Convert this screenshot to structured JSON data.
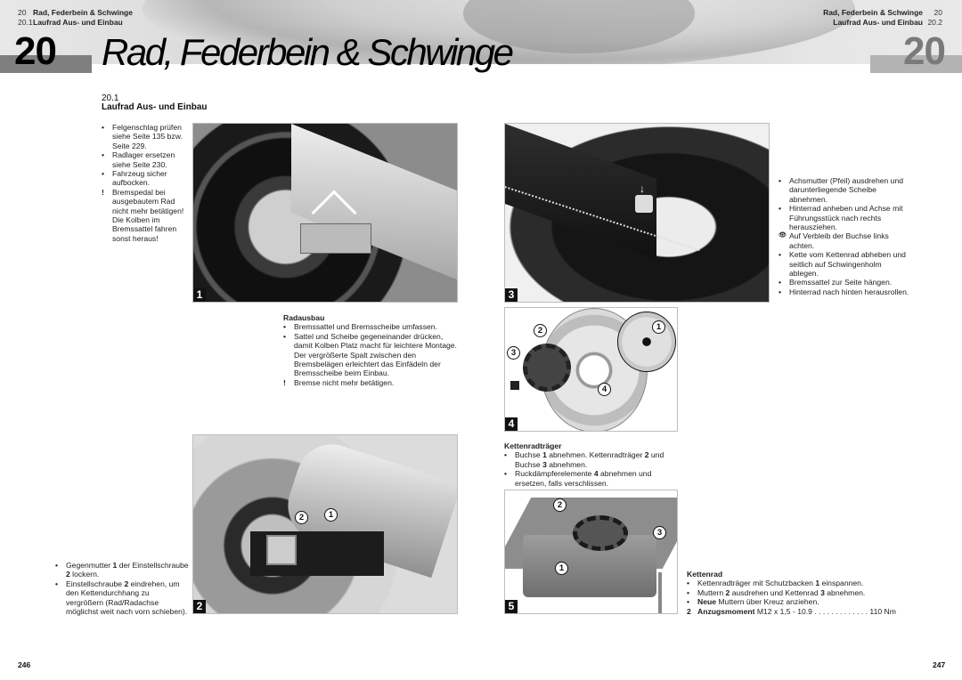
{
  "running_header": {
    "left": [
      {
        "num": "20",
        "label": "Rad, Federbein & Schwinge"
      },
      {
        "num": "20.1",
        "label": "Laufrad Aus- und Einbau"
      }
    ],
    "right": [
      {
        "num": "20",
        "label": "Rad, Federbein & Schwinge"
      },
      {
        "num": "20.2",
        "label": "Laufrad Aus- und Einbau"
      }
    ]
  },
  "chapter": {
    "number": "20",
    "title": "Rad, Federbein & Schwinge"
  },
  "section": {
    "number": "20.1",
    "title": "Laufrad Aus- und Einbau"
  },
  "intro_list": [
    {
      "marker": "•",
      "text": "Felgenschlag prüfen siehe Seite 135 bzw. Seite 229."
    },
    {
      "marker": "•",
      "text": "Radlager ersetzen siehe Seite 230."
    },
    {
      "marker": "•",
      "text": "Fahrzeug sicher aufbocken."
    },
    {
      "marker": "!",
      "text": "Bremspedal bei ausgebautem Rad nicht mehr betätigen! Die Kolben im Bremssattel fahren sonst heraus!"
    }
  ],
  "radausbau": {
    "heading": "Radausbau",
    "items": [
      {
        "marker": "•",
        "text": "Bremssattel und Bremsscheibe umfassen."
      },
      {
        "marker": "•",
        "text": "Sattel und Scheibe gegeneinander drücken, damit Kolben Platz macht für leichtere Montage. Der vergrößerte Spalt zwischen den Bremsbelägen erleichtert das Einfädeln der Bremsscheibe beim Einbau."
      },
      {
        "marker": "!",
        "text": "Bremse nicht mehr betätigen."
      }
    ]
  },
  "axle_steps": [
    {
      "marker": "•",
      "text": "Achsmutter (Pfeil) ausdrehen und darunterliegende Scheibe abnehmen."
    },
    {
      "marker": "•",
      "text": "Hinterrad anheben und Achse mit Führungsstück nach rechts herausziehen."
    },
    {
      "marker": "👁",
      "text": "Auf Verbleib der Buchse links achten."
    },
    {
      "marker": "•",
      "text": "Kette vom Kettenrad abheben und seitlich auf Schwingenholm ablegen."
    },
    {
      "marker": "•",
      "text": "Bremssattel zur Seite hängen."
    },
    {
      "marker": "•",
      "text": "Hinterrad nach hinten herausrollen."
    }
  ],
  "chain_adjust": [
    {
      "marker": "•",
      "text_parts": [
        "Gegenmutter ",
        "1",
        " der Einstellschraube ",
        "2",
        " lockern."
      ]
    },
    {
      "marker": "•",
      "text_parts": [
        "Einstellschraube ",
        "2",
        " eindrehen, um den Kettendurchhang zu vergrößern (Rad/Radachse möglichst weit nach vorn schieben)."
      ]
    }
  ],
  "kettenradtraeger": {
    "heading": "Kettenradträger",
    "items": [
      {
        "marker": "•",
        "text_parts": [
          "Buchse ",
          "1",
          " abnehmen. Kettenradträger ",
          "2",
          " und Buchse ",
          "3",
          "  abnehmen."
        ]
      },
      {
        "marker": "•",
        "text_parts": [
          "Ruckdämpferelemente ",
          "4",
          " abnehmen und ersetzen, falls verschlissen."
        ]
      }
    ]
  },
  "kettenrad": {
    "heading": "Kettenrad",
    "items": [
      {
        "marker": "•",
        "text_parts": [
          "Kettenradträger mit Schutzbacken ",
          "1",
          " einspannen."
        ]
      },
      {
        "marker": "•",
        "text_parts": [
          "Muttern ",
          "2",
          " ausdrehen und Kettenrad ",
          "3",
          " abnehmen."
        ]
      },
      {
        "marker": "•",
        "text_parts": [
          "Neue",
          " Muttern über Kreuz anziehen."
        ]
      }
    ],
    "torque": {
      "marker": "2",
      "label": "Anzugsmoment",
      "spec": "M12 x 1,5 - 10.9",
      "dots": " . . . . . . . . . . . . . ",
      "value": "110 Nm"
    }
  },
  "figures": [
    {
      "id": "1",
      "caption_num": "1",
      "subject": "rear brake caliper and axle with arrow"
    },
    {
      "id": "2",
      "caption_num": "2",
      "subject": "chain adjuster with callouts",
      "callouts": [
        "2",
        "1"
      ]
    },
    {
      "id": "3",
      "caption_num": "3",
      "subject": "rear wheel axle nut with chain"
    },
    {
      "id": "4",
      "caption_num": "4",
      "subject": "exploded rear wheel",
      "callouts": [
        "2",
        "1",
        "3",
        "4"
      ]
    },
    {
      "id": "5",
      "caption_num": "5",
      "subject": "sprocket clamped in vise",
      "callouts": [
        "2",
        "3",
        "1"
      ]
    }
  ],
  "footer": {
    "left_page": "246",
    "right_page": "247"
  },
  "colors": {
    "left_bar": "#7f7f7f",
    "right_bar": "#b3b3b3",
    "right_num": "#7a7a7a"
  }
}
